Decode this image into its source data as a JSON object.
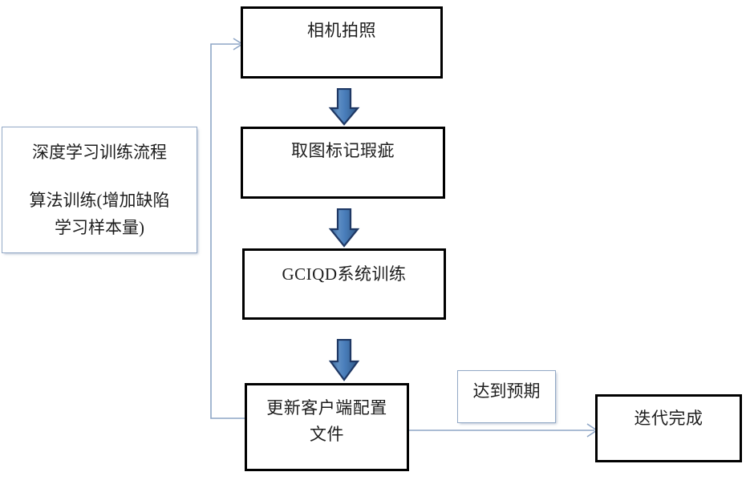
{
  "diagram": {
    "title_note": "深度学习训练流程",
    "note_box": {
      "line1": "深度学习训练流程",
      "line2": "算法训练(增加缺陷\n学习样本量)"
    },
    "steps": [
      {
        "id": "step-camera-capture",
        "label": "相机拍照"
      },
      {
        "id": "step-mark-defects",
        "label": "取图标记瑕疵"
      },
      {
        "id": "step-gciqd-training",
        "label": "GCIQD系统训练"
      },
      {
        "id": "step-update-client",
        "label": "更新客户端配置\n文件"
      }
    ],
    "decision_label": "达到预期",
    "terminal_label": "迭代完成",
    "arrows": {
      "down_arrow_name": "down-block-arrow",
      "feedback_name": "feedback-loop-arrow",
      "success_name": "success-arrow"
    },
    "colors": {
      "box_border": "#000000",
      "note_border": "#93a9c6",
      "arrow_fill": "#4a7ebb",
      "arrow_stroke": "#1f3864",
      "connector": "#8ea6c6",
      "text": "#1d1d1d",
      "background": "#ffffff"
    }
  }
}
